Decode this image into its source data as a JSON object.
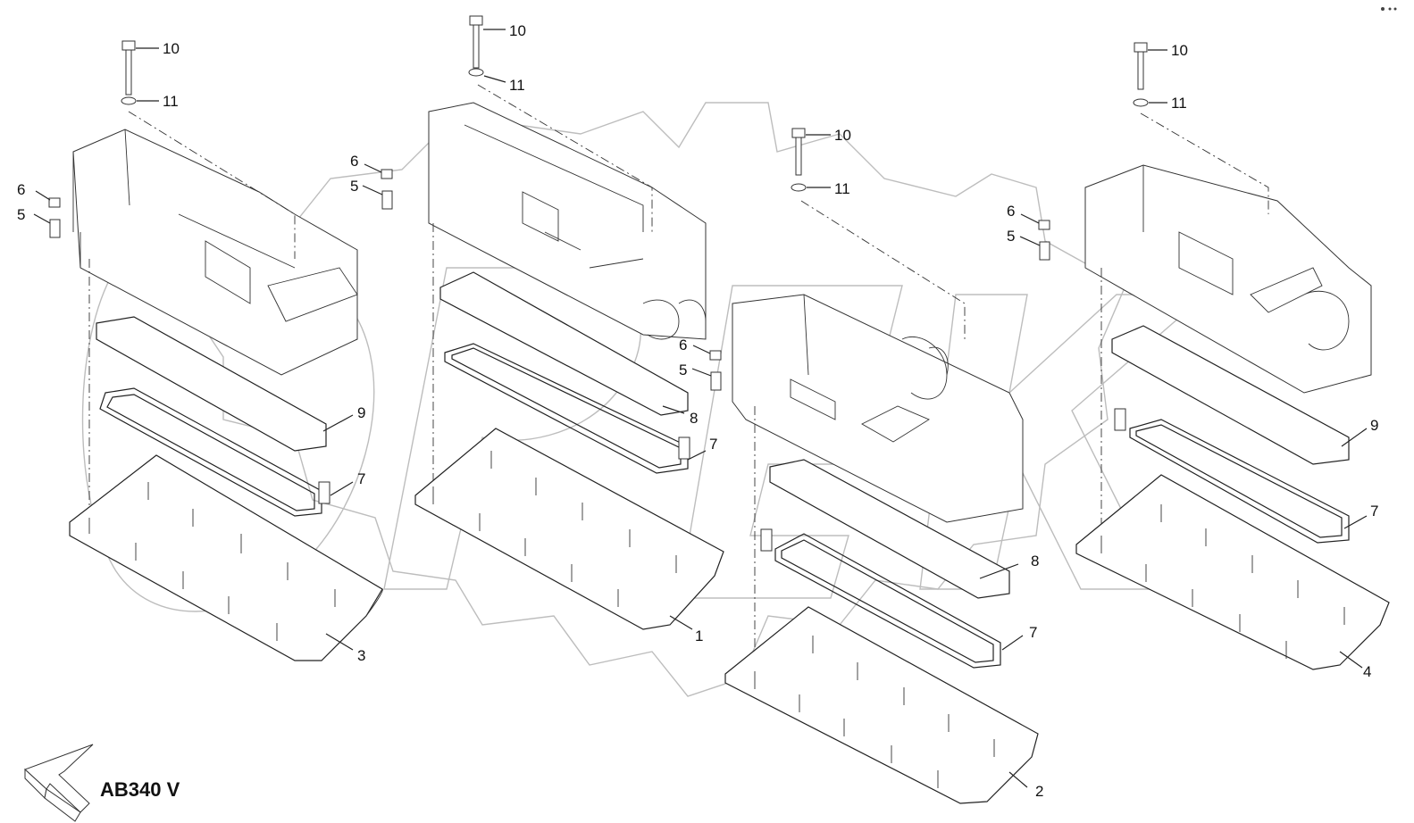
{
  "diagram": {
    "model_label": "AB340 V",
    "callouts": {
      "n1": "1",
      "n2": "2",
      "n3": "3",
      "n4": "4",
      "n5": "5",
      "n6": "6",
      "n7": "7",
      "n8": "8",
      "n9": "9",
      "n10": "10",
      "n11": "11"
    },
    "icons": [
      "direction-arrow-icon",
      "bolt-icon",
      "washer-icon",
      "nut-icon",
      "spacer-icon",
      "heater-element-icon"
    ]
  }
}
